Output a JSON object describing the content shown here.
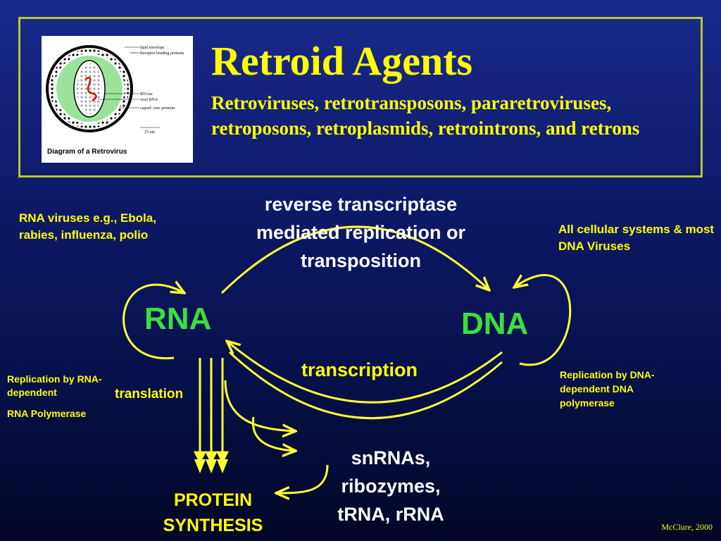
{
  "header": {
    "title": "Retroid Agents",
    "subtitle": "Retroviruses, retrotransposons, pararetroviruses, retroposons, retroplasmids, retrointrons, and retrons"
  },
  "thumbnail": {
    "caption": "Diagram of a Retrovirus",
    "labels": [
      "lipid envelope",
      "Receptor binding proteins",
      "RNAse",
      "viral RNA",
      "capsid: core proteins"
    ],
    "scale": "25 nm"
  },
  "diagram": {
    "rt_label": "reverse transcriptase mediated replication or transposition",
    "rna_label": "RNA",
    "dna_label": "DNA",
    "transcription_label": "transcription",
    "translation_label": "translation",
    "protein_label": "PROTEIN SYNTHESIS",
    "snrna_label": "snRNAs, ribozymes, tRNA, rRNA",
    "rna_viruses": "RNA viruses e.g., Ebola, rabies, influenza, polio",
    "cellular": "All cellular systems & most DNA Viruses",
    "rna_rep_1": "Replication by RNA-dependent",
    "rna_rep_2": "RNA Polymerase",
    "dna_rep": "Replication by DNA-dependent DNA polymerase"
  },
  "footer": {
    "credit": "McClure, 2000"
  },
  "colors": {
    "arrow": "#ffff33",
    "frame": "#b8c832",
    "green": "#3be03b",
    "title": "#ffff00"
  }
}
